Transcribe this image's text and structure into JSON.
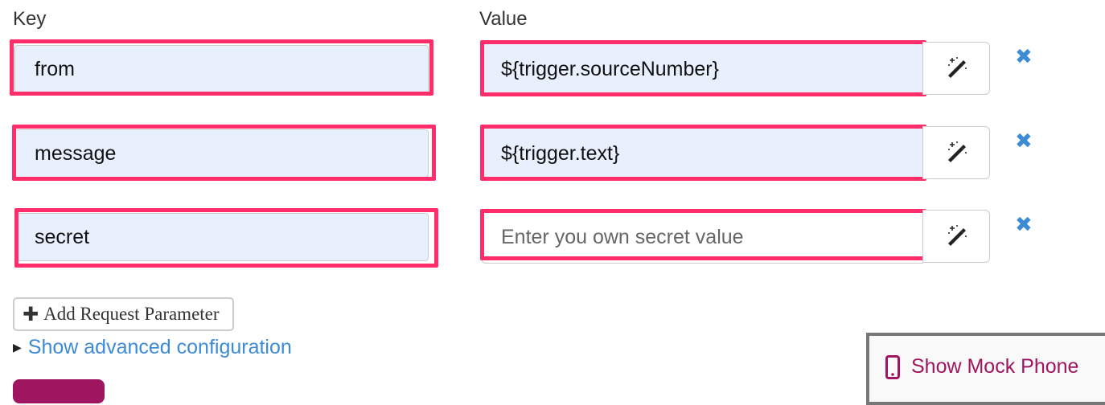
{
  "headers": {
    "key": "Key",
    "value": "Value"
  },
  "params": [
    {
      "key": "from",
      "value": "${trigger.sourceNumber}",
      "placeholder": ""
    },
    {
      "key": "message",
      "value": "${trigger.text}",
      "placeholder": ""
    },
    {
      "key": "secret",
      "value": "",
      "placeholder": "Enter you own secret value"
    }
  ],
  "icons": {
    "wand": "magic-wand-icon",
    "remove": "close-icon",
    "plus": "plus-icon",
    "caret": "caret-right-icon",
    "phone": "mobile-phone-icon"
  },
  "add_param_label": "Add Request Parameter",
  "advanced_label": "Show advanced configuration",
  "mock_phone_label": "Show Mock Phone",
  "colors": {
    "highlight": "#ff2d6a",
    "link": "#3d8bd4",
    "brand": "#a0155f"
  }
}
